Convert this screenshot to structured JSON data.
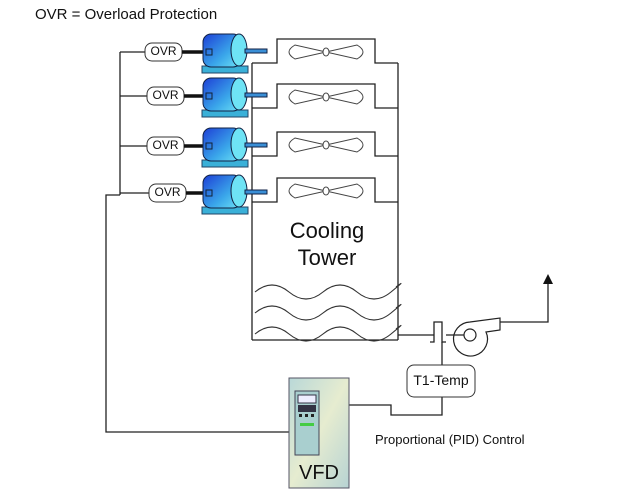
{
  "legend": {
    "text": "OVR = Overload Protection"
  },
  "ovr_label": "OVR",
  "motor_count": 4,
  "tower": {
    "line1": "Cooling",
    "line2": "Tower"
  },
  "sensor": {
    "label": "T1-Temp"
  },
  "vfd": {
    "label": "VFD"
  },
  "control": {
    "label": "Proportional (PID) Control"
  },
  "colors": {
    "motor_dark": "#1d3fd6",
    "motor_light": "#6ee3f5",
    "shaft": "#3a8fd6",
    "line": "#222222"
  }
}
